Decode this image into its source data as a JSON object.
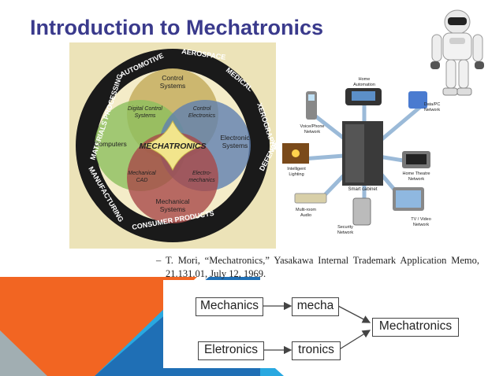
{
  "slide": {
    "title": "Introduction to Mechatronics"
  },
  "wheel": {
    "center": "MECHATRONICS",
    "segments": {
      "control_systems": [
        "Control",
        "Systems"
      ],
      "computers": "Computers",
      "electronic_systems": [
        "Electronic",
        "Systems"
      ],
      "mechanical_systems": [
        "Mechanical",
        "Systems"
      ],
      "digital_control": [
        "Digital Control",
        "Systems"
      ],
      "control_electronics": [
        "Control",
        "Electronics"
      ],
      "mechanical_cad": [
        "Mechanical",
        "CAD"
      ],
      "electro_mechanics": [
        "Electro-",
        "mechanics"
      ]
    },
    "ring_labels": {
      "automotive": "AUTOMOTIVE",
      "aerospace": "AEROSPACE",
      "medical": "MEDICAL",
      "xerography": "XEROGRAPHY",
      "defense": "DEFENSE SYSTEMS",
      "consumer": "CONSUMER PRODUCTS",
      "manufacturing": "MANUFACTURING",
      "materials": "MATERIALS PROCESSING"
    }
  },
  "network": {
    "hub": "Smart cabinet",
    "nodes": {
      "home_automation": [
        "Home",
        "Automation"
      ],
      "data_pc": [
        "Data/PC",
        "Network"
      ],
      "voice_phone": [
        "Voice/Phone",
        "Network"
      ],
      "home_theatre": [
        "Home Theatre",
        "Network"
      ],
      "intelligent_lighting": [
        "Intelligent",
        "Lighting"
      ],
      "multi_room_audio": [
        "Multi-room",
        "Audio"
      ],
      "security": [
        "Security",
        "Network"
      ],
      "tv_video": [
        "TV / Video",
        "Network"
      ]
    }
  },
  "reference": {
    "dash": "–",
    "text": "T. Mori, “Mechatronics,” Yasakawa Internal Trademark Application Memo, 21.131.01, July 12, 1969."
  },
  "flow": {
    "mechanics": "Mechanics",
    "mecha": "mecha",
    "eletronics": "Eletronics",
    "tronics": "tronics",
    "mechatronics": "Mechatronics"
  },
  "colors": {
    "title": "#3a3a8c",
    "accent_orange": "#f26522",
    "accent_blue": "#29a8e0",
    "accent_dark_blue": "#1f6fb5"
  }
}
